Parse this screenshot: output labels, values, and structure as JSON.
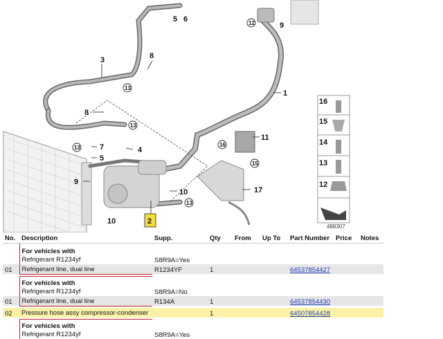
{
  "diagram": {
    "callouts": [
      "1",
      "2",
      "3",
      "4",
      "5",
      "6",
      "7",
      "8",
      "9",
      "10",
      "11",
      "12",
      "13",
      "16",
      "17"
    ],
    "highlighted_callout": "2",
    "legend": [
      "16",
      "15",
      "14",
      "13",
      "12"
    ],
    "doc_number": "488307"
  },
  "table": {
    "headers": [
      "No.",
      "Description",
      "Supp.",
      "Qty",
      "From",
      "Up To",
      "Part Number",
      "Price",
      "Notes"
    ],
    "groups": [
      {
        "heading1": "For vehicles with",
        "heading2": "Refrigerant R1234yf",
        "supp": "S8R9A=Yes",
        "row": {
          "no": "01",
          "desc": "Refrigerant line, dual line",
          "supp": "R1234YF",
          "qty": "1",
          "part": "64537854427"
        }
      },
      {
        "heading1": "For vehicles with",
        "heading2": "Refrigerant R1234yf",
        "supp": "S8R9A=No",
        "row": {
          "no": "01",
          "desc": "Refrigerant line, dual line",
          "supp": "R134A",
          "qty": "1",
          "part": "64537854430"
        }
      }
    ],
    "highlight_row": {
      "no": "02",
      "desc": "Pressure hose assy compressor-condenser",
      "qty": "1",
      "part": "64507854428"
    },
    "last_group": {
      "heading1": "For vehicles with",
      "heading2": "Refrigerant R1234yf",
      "supp": "S8R9A=Yes"
    }
  }
}
